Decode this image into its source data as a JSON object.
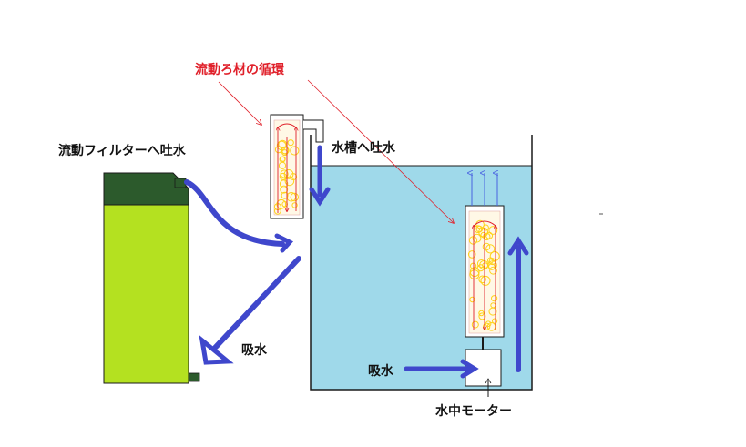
{
  "labels": {
    "media_circulation": "流動ろ材の循環",
    "to_fluid_filter": "流動フィルターへ吐水",
    "to_tank": "水槽へ吐水",
    "suction_left": "吸水",
    "suction_right": "吸水",
    "submersible_motor": "水中モーター"
  },
  "colors": {
    "water": "#9fd9ea",
    "filter_body": "#b4e120",
    "filter_top": "#2c5a2c",
    "flow_arrow": "#3f47cc",
    "media": "#ffd21a",
    "circulation": "#e0202a",
    "bubble_arrow": "#4a64e0"
  }
}
